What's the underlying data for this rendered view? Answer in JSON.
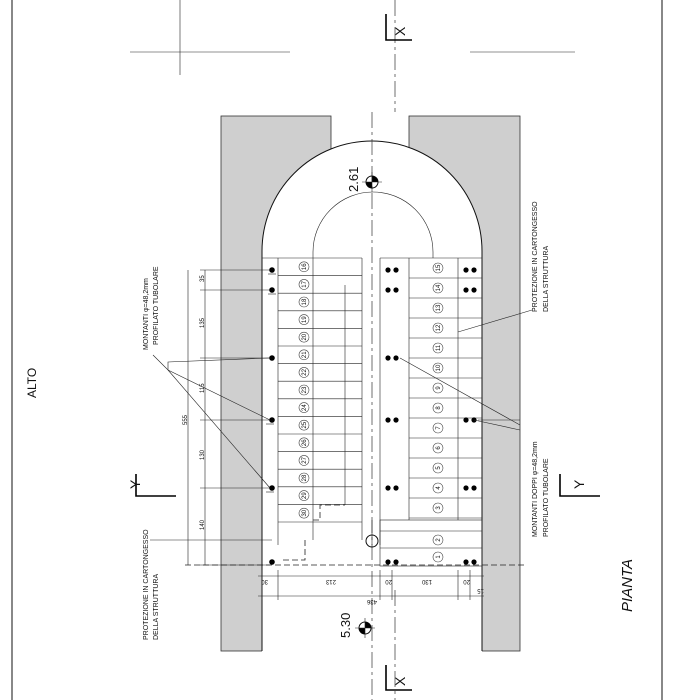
{
  "labels": {
    "alto": "ALTO",
    "pianta": "PIANTA",
    "section_x": "X",
    "section_y": "Y",
    "elevation_top": "2.61",
    "elevation_bottom": "5.30"
  },
  "notes": {
    "montanti_1": "MONTANTI φ=48,2mm",
    "montanti_2": "PROFILATO TUBOLARE",
    "doppi_1": "MONTANTI DOPPI φ=48,2mm",
    "doppi_2": "PROFILATO TUBOLARE",
    "prot_right_1": "PROTEZIONE IN CARTONGESSO",
    "prot_right_2": "DELLA STRUTTURA",
    "prot_left_1": "PROTEZIONE IN CARTONGESSO",
    "prot_left_2": "DELLA STRUTTURA"
  },
  "dimensions": {
    "left_vertical": [
      "35",
      "135",
      "115",
      "130",
      "140"
    ],
    "total_vertical": "555",
    "bottom_row": [
      "30",
      "213",
      "20",
      "130",
      "20",
      "15"
    ],
    "bottom_total": "436"
  },
  "steps": {
    "left_flight": [
      "16",
      "17",
      "18",
      "19",
      "20",
      "21",
      "22",
      "23",
      "24",
      "25",
      "26",
      "27",
      "28",
      "29",
      "30"
    ],
    "right_flight": [
      "15",
      "14",
      "13",
      "12",
      "11",
      "10",
      "9",
      "8",
      "7",
      "6",
      "5",
      "4",
      "3"
    ],
    "landing": [
      "2",
      "1"
    ]
  },
  "colors": {
    "wall_fill": "#cfcfcf",
    "ink": "#111111"
  }
}
